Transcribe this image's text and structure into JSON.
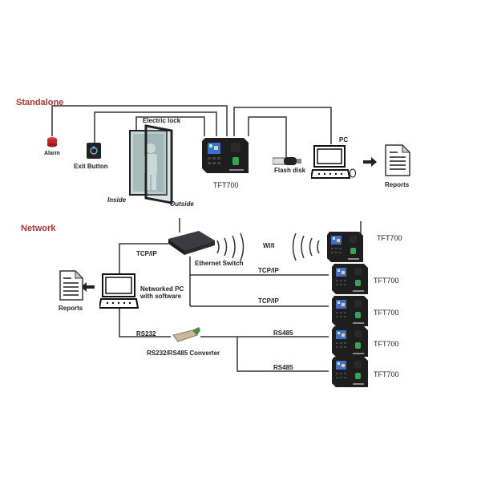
{
  "standalone": {
    "title": "Standalone",
    "alarm": "Alarm",
    "exit_button": "Exit Button",
    "electric_lock": "Electric lock",
    "inside": "Inside",
    "outside": "Outside",
    "device": "TFT700",
    "flash_disk": "Flash disk",
    "pc": "PC",
    "reports": "Reports"
  },
  "network": {
    "title": "Network",
    "tcpip_pc": "TCP/IP",
    "ethernet_switch": "Ethernet Switch",
    "wifi": "Wifi",
    "networked_pc_line1": "Networked PC",
    "networked_pc_line2": "with software",
    "reports": "Reports",
    "links": [
      {
        "label": "",
        "device": "TFT700"
      },
      {
        "label": "TCP/IP",
        "device": "TFT700"
      },
      {
        "label": "TCP/IP",
        "device": "TFT700"
      },
      {
        "label": "RS485",
        "device": "TFT700"
      },
      {
        "label": "RS485",
        "device": "TFT700"
      }
    ],
    "rs232": "RS232",
    "converter": "RS232/RS485 Converter"
  },
  "colors": {
    "title_red": "#b8312f",
    "wire": "#333333",
    "device_body": "#1e1e1e",
    "screen": "#3a6fd8",
    "alarm": "#c8242a"
  }
}
